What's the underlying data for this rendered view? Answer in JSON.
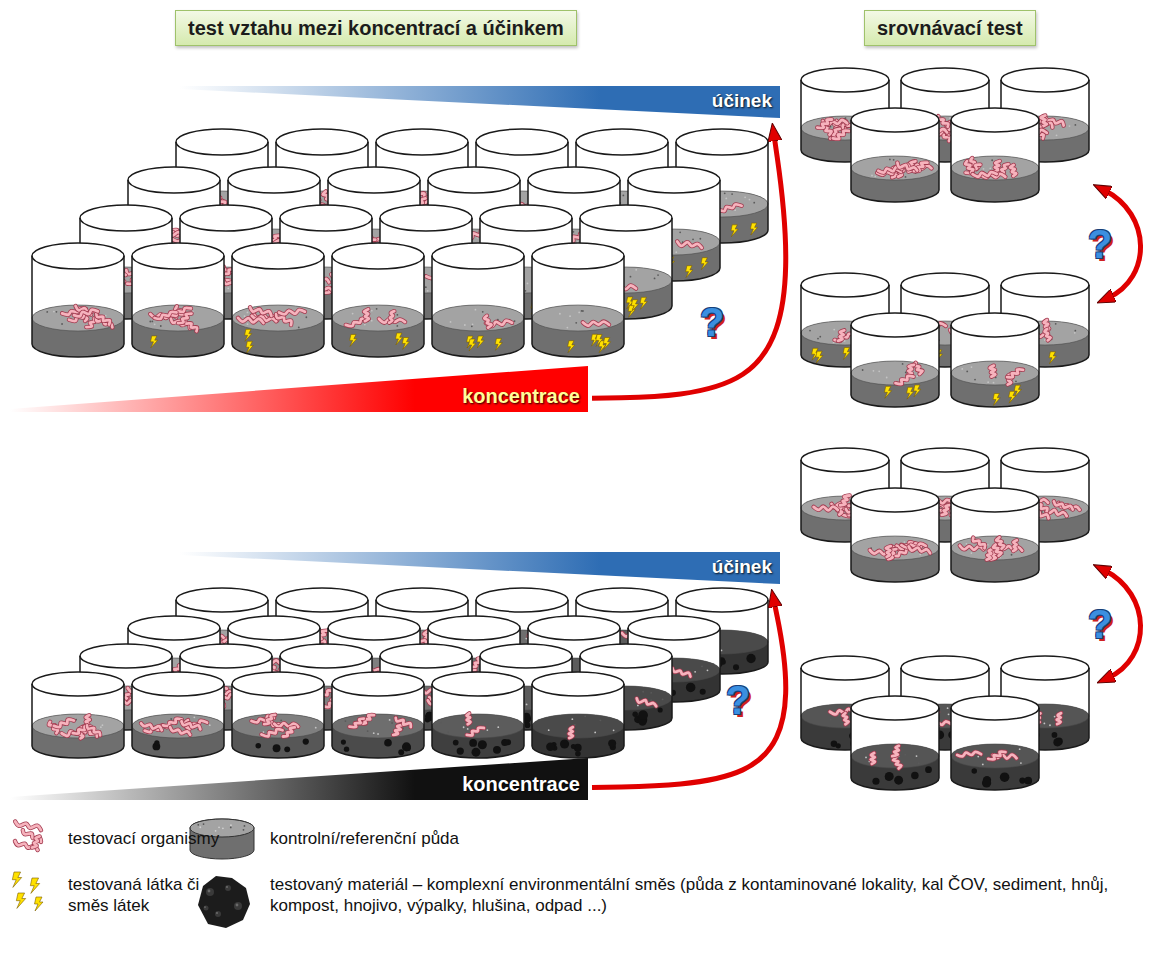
{
  "diagram": {
    "nodes": [
      {
        "text": [
          "test vztahu mezi koncentrací a účinkem"
        ]
      },
      {
        "text": [
          "srovnávací test"
        ]
      },
      {
        "text": [
          "účinek"
        ]
      },
      {
        "text": [
          "koncentrace"
        ]
      },
      {
        "text": [
          "účinek"
        ]
      },
      {
        "text": [
          "koncentrace"
        ]
      }
    ],
    "edges": [
      {
        "from": 3,
        "to": 2,
        "arrow": "to"
      },
      {
        "from": 5,
        "to": 4,
        "arrow": "to"
      }
    ],
    "labels": [
      "?",
      "?",
      "?",
      "?"
    ],
    "legend": [
      {
        "text": "testovací organismy"
      },
      {
        "text": "testovaná látka či směs látek"
      },
      {
        "text": "kontrolní/referenční půda"
      },
      {
        "text": "testovaný materiál – komplexní environmentální směs (půda z kontaminované lokality, kal ČOV, sediment, hnůj, kompost, hnojivo, výpalky, hlušina, odpad ...)"
      }
    ]
  }
}
